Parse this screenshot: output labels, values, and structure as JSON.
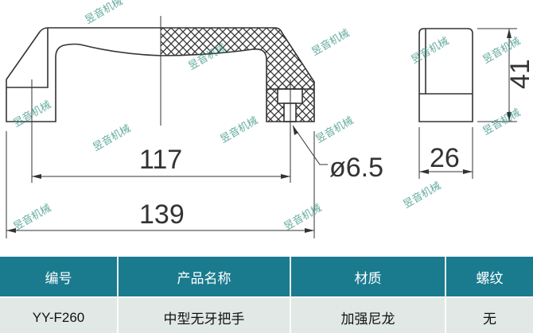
{
  "drawing": {
    "dim_inner_length": "117",
    "dim_total_length": "139",
    "dim_hole": "ø6.5",
    "dim_width": "26",
    "dim_height": "41",
    "watermark": "昱音机械"
  },
  "table": {
    "headers": [
      "编号",
      "产品名称",
      "材质",
      "螺纹"
    ],
    "row": [
      "YY-F260",
      "中型无牙把手",
      "加强尼龙",
      "无"
    ]
  },
  "colors": {
    "header_bg": "#1a7b8f",
    "row_bg": "#e1e8e5",
    "line": "#333333"
  }
}
